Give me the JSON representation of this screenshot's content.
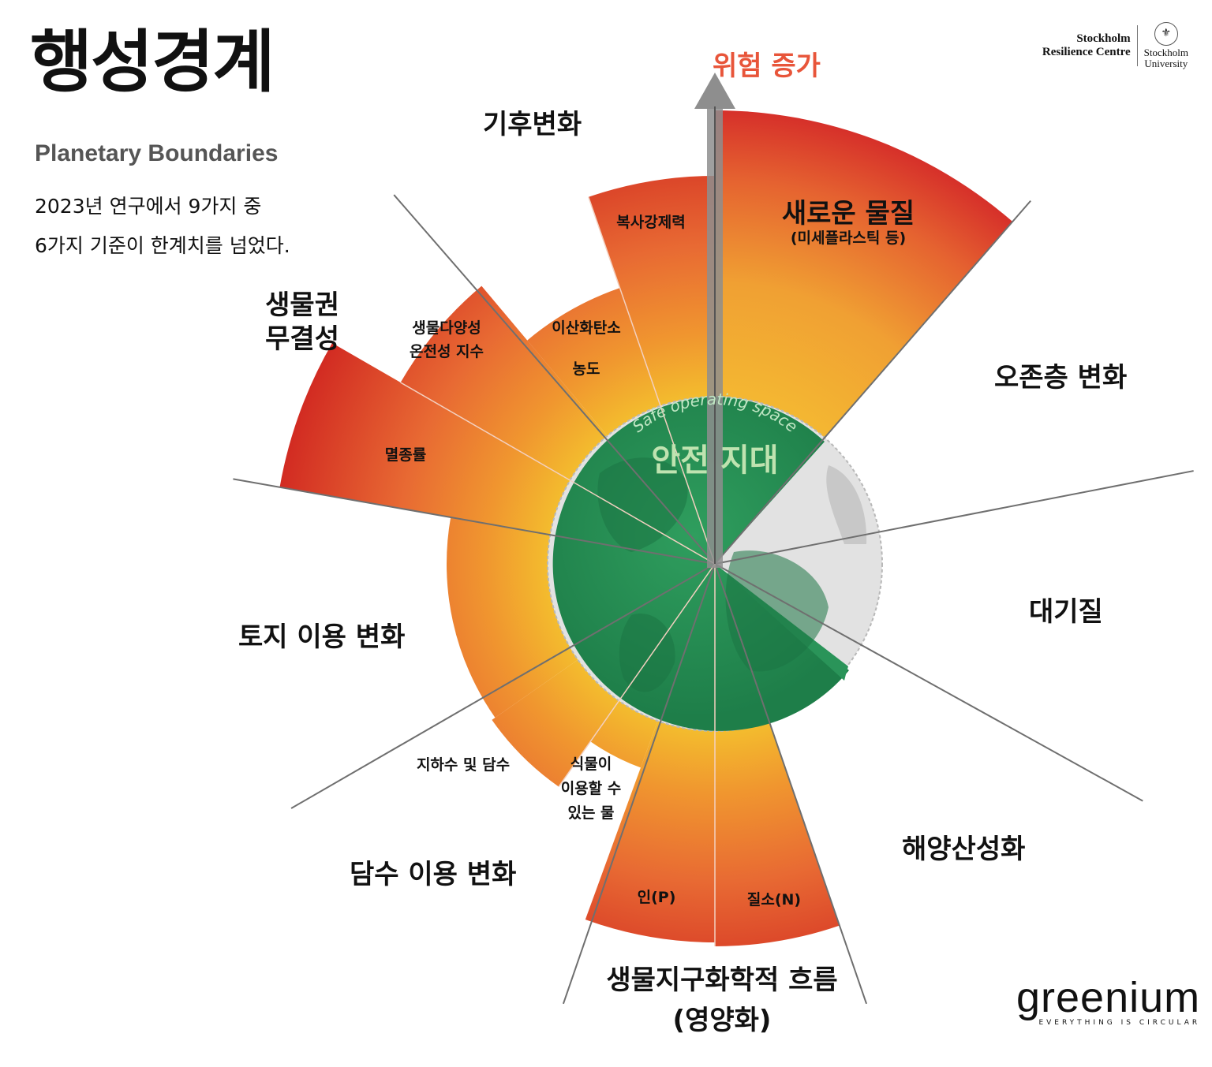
{
  "header": {
    "title": "행성경계",
    "subtitle": "Planetary Boundaries",
    "description_line1": "2023년 연구에서 9가지 중",
    "description_line2": "6가지 기준이 한계치를 넘었다."
  },
  "risk_arrow_label": "위험 증가",
  "source": {
    "org_line1": "Stockholm",
    "org_line2": "Resilience Centre",
    "univ_line1": "Stockholm",
    "univ_line2": "University"
  },
  "logo": {
    "name": "greenium",
    "tagline": "EVERYTHING IS CIRCULAR"
  },
  "center": {
    "english": "Safe operating space",
    "korean": "안전 지대"
  },
  "categories": {
    "climate": "기후변화",
    "novel": "새로운 물질",
    "novel_sub": "(미세플라스틱 등)",
    "ozone": "오존층 변화",
    "aerosol": "대기질",
    "ocean": "해양산성화",
    "biogeo_line1": "생물지구화학적 흐름",
    "biogeo_line2": "(영양화)",
    "freshwater": "담수 이용 변화",
    "land": "토지 이용 변화",
    "biosphere_line1": "생물권",
    "biosphere_line2": "무결성"
  },
  "sublabels": {
    "radiative": "복사강제력",
    "co2_line1": "이산화탄소",
    "co2_line2": "농도",
    "bii_line1": "생물다양성",
    "bii_line2": "온전성 지수",
    "extinction": "멸종률",
    "blue_water": "지하수 및 담수",
    "green_line1": "식물이",
    "green_line2": "이용할 수",
    "green_line3": "있는 물",
    "phosphorus": "인(P)",
    "nitrogen": "질소(N)"
  },
  "colors": {
    "safe_green": "#2f9a5c",
    "danger_red": "#d63a26",
    "zone_orange": "#f0962f",
    "risk_text": "#e8553a"
  }
}
